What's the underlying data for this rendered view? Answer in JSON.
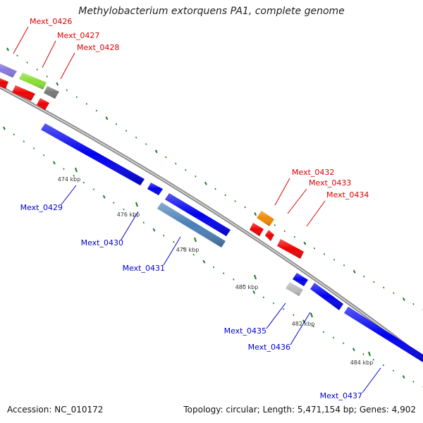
{
  "title": "Methylobacterium extorquens PA1, complete genome",
  "footer": {
    "accession": "Accession: NC_010172",
    "summary": "Topology: circular; Length: 5,471,154 bp; Genes: 4,902"
  },
  "colors": {
    "forward_label": "#dd0000",
    "reverse_label": "#0000cc",
    "backbone": "#8a8a8a",
    "tick": "#1a7a1a"
  },
  "ticks": [
    {
      "text": "474 kbp"
    },
    {
      "text": "476 kbp"
    },
    {
      "text": "478 kbp"
    },
    {
      "text": "480 kbp"
    },
    {
      "text": "482 kbp"
    },
    {
      "text": "484 kbp"
    }
  ],
  "genes": [
    {
      "label": "Mext_0426",
      "strand": "forward",
      "color": "#8877dd"
    },
    {
      "label": "Mext_0427",
      "strand": "forward",
      "color": "#88dd33"
    },
    {
      "label": "Mext_0428",
      "strand": "forward",
      "color": "#777777"
    },
    {
      "label": "Mext_0429",
      "strand": "reverse",
      "color": "#0000ee"
    },
    {
      "label": "Mext_0430",
      "strand": "reverse",
      "color": "#0000ee"
    },
    {
      "label": "Mext_0431",
      "strand": "reverse",
      "color": "#4a7fb5"
    },
    {
      "label": "Mext_0432",
      "strand": "forward",
      "color": "#ee8800"
    },
    {
      "label": "Mext_0433",
      "strand": "forward",
      "color": "#ee0000"
    },
    {
      "label": "Mext_0434",
      "strand": "forward",
      "color": "#ee0000"
    },
    {
      "label": "Mext_0435",
      "strand": "reverse",
      "color": "#bbbbbb"
    },
    {
      "label": "Mext_0436",
      "strand": "reverse",
      "color": "#0000ee"
    },
    {
      "label": "Mext_0437",
      "strand": "reverse",
      "color": "#0000ee"
    }
  ]
}
